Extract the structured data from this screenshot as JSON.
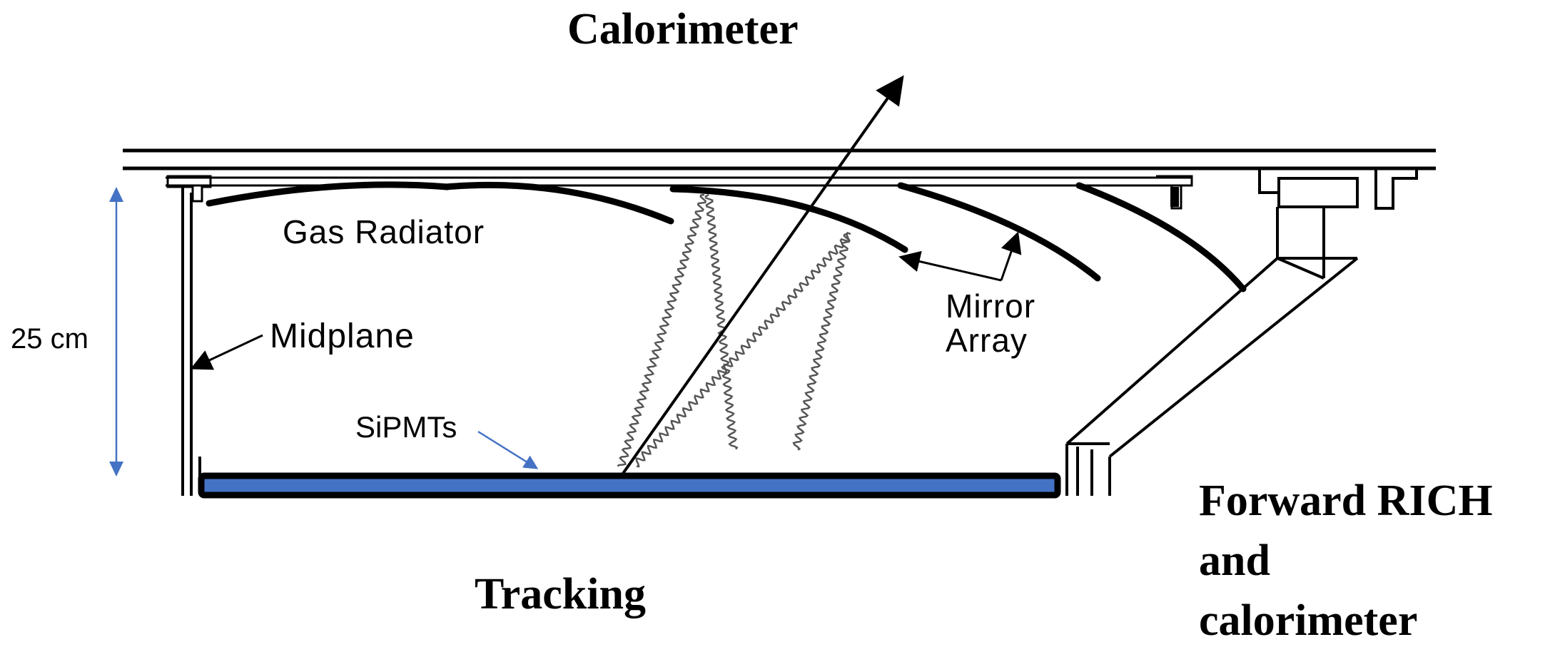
{
  "labels": {
    "calorimeter_top": "Calorimeter",
    "tracking": "Tracking",
    "forward_rich_lines": [
      "Forward RICH",
      "and",
      "calorimeter"
    ],
    "gas_radiator": "Gas Radiator",
    "midplane": "Midplane",
    "mirror_array_lines": [
      "Mirror",
      "Array"
    ],
    "sipmts": "SiPMTs",
    "dimension": "25 cm"
  },
  "colors": {
    "line": "#000000",
    "sensor_fill": "#4472c4",
    "dimension_arrow": "#4472c4",
    "background": "#ffffff"
  }
}
